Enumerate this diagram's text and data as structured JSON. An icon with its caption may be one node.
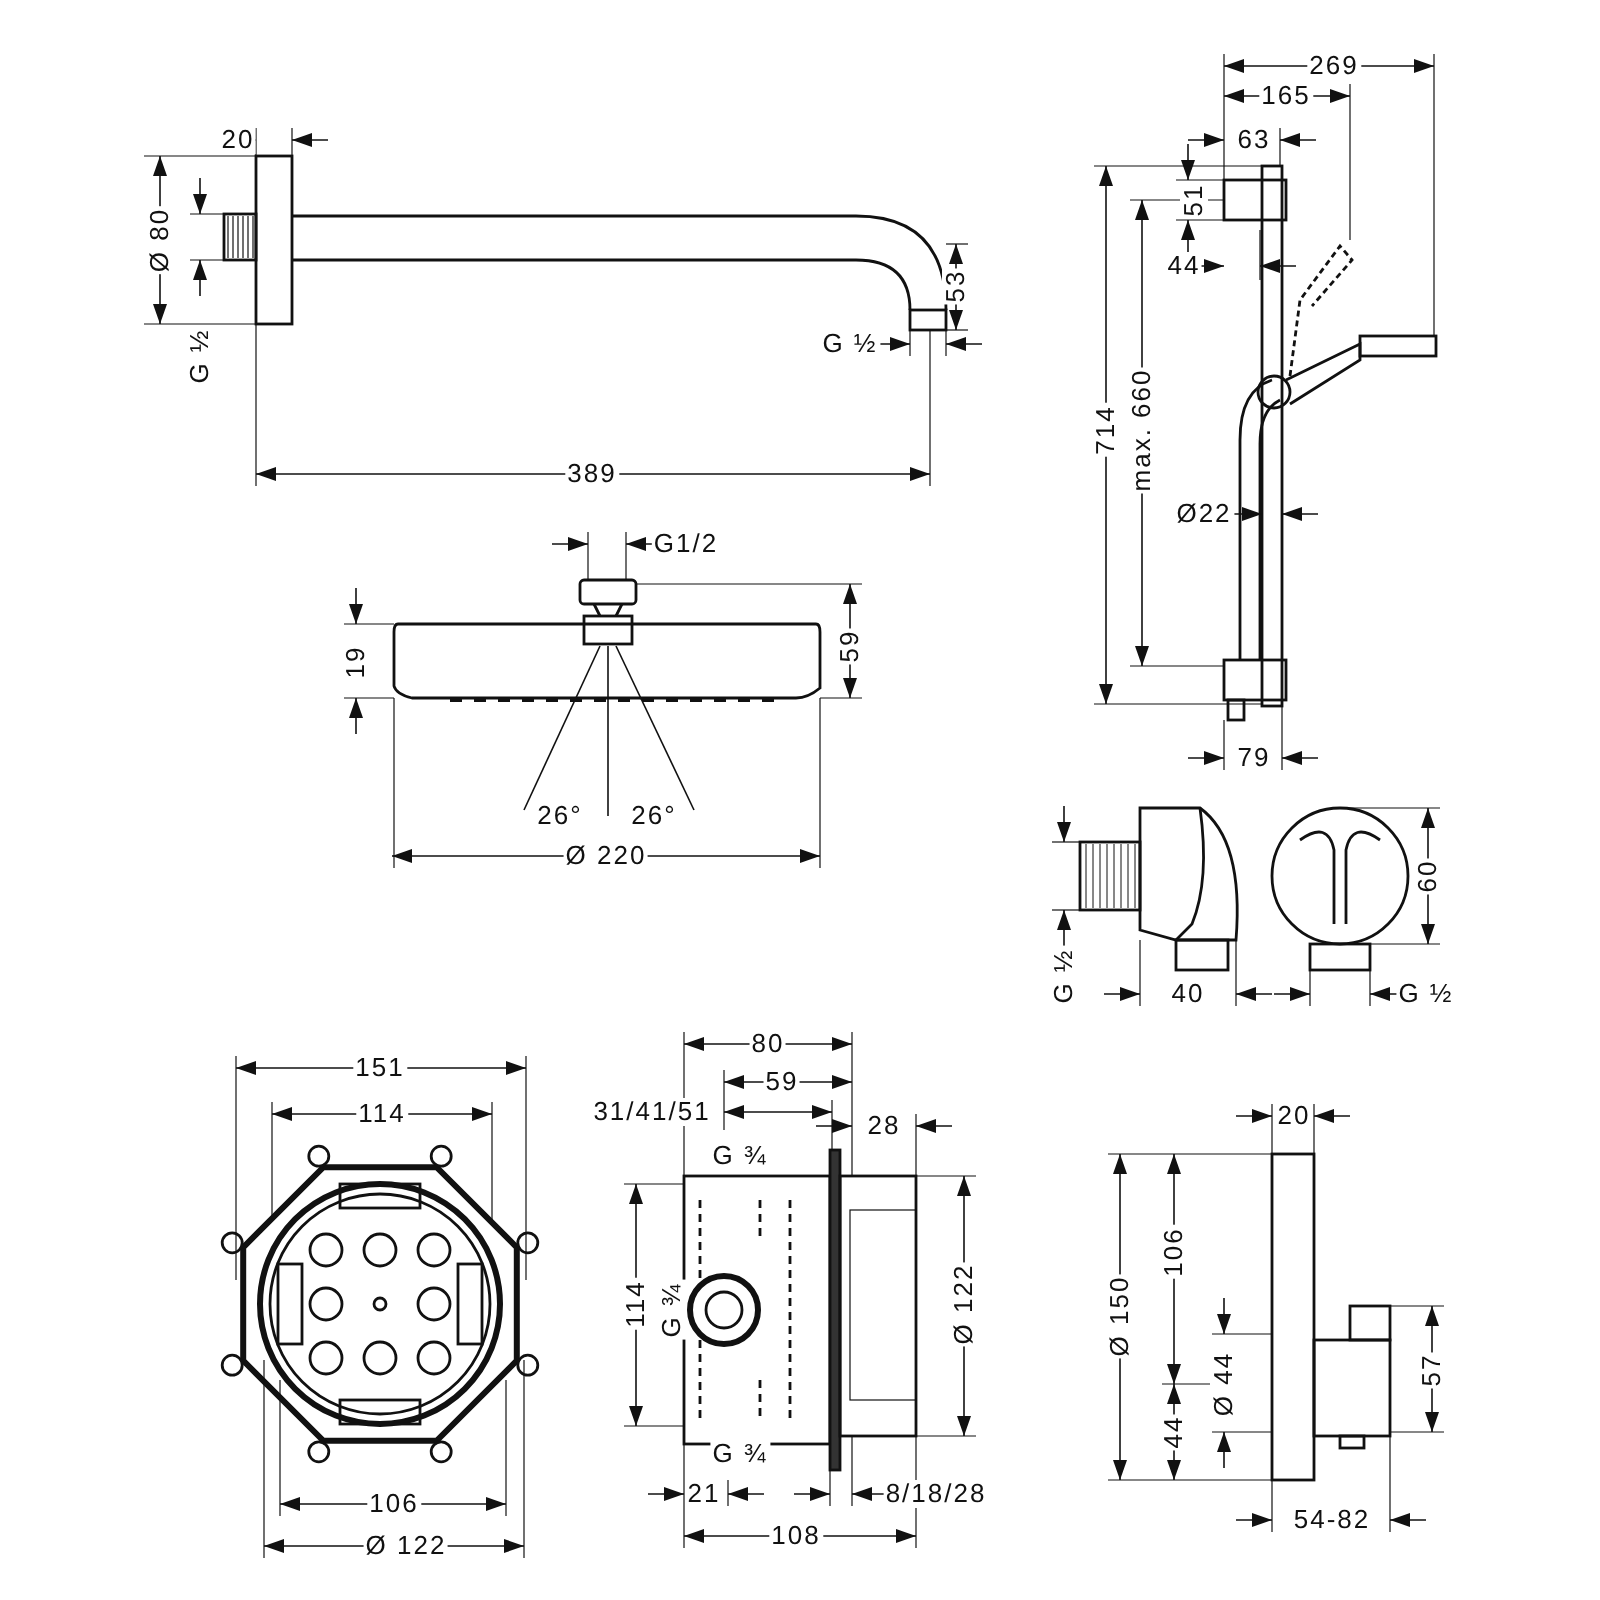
{
  "diagram": {
    "labels": [
      "20",
      "Ø 80",
      "G ½",
      "53",
      "G ½",
      "389",
      "269",
      "165",
      "63",
      "51",
      "44",
      "714",
      "max. 660",
      "Ø22",
      "79",
      "G1/2",
      "59",
      "19",
      "26°",
      "26°",
      "Ø 220",
      "G ½",
      "40",
      "60",
      "G ½",
      "151",
      "114",
      "106",
      "Ø 122",
      "80",
      "59",
      "31/41/51",
      "28",
      "G ¾",
      "114",
      "G ¾",
      "Ø 122",
      "G ¾",
      "21",
      "8/18/28",
      "108",
      "20",
      "Ø 150",
      "106",
      "Ø 44",
      "44",
      "57",
      "54-82"
    ]
  }
}
